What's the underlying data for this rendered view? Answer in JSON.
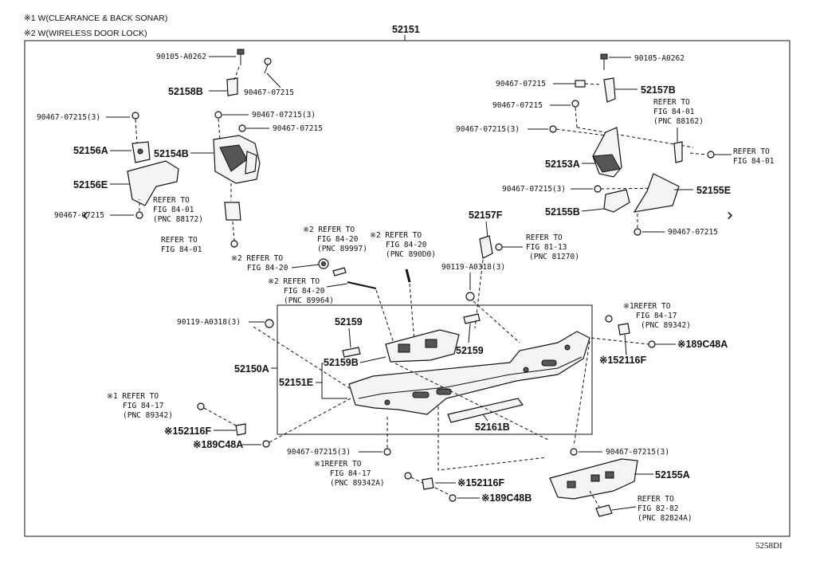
{
  "notes": [
    "※1 W(CLEARANCE & BACK SONAR)",
    "※2 W(WIRELESS DOOR LOCK)"
  ],
  "main_label": "52151",
  "corner_code": "5258DI",
  "parts": {
    "p52158B": "52158B",
    "p52156A": "52156A",
    "p52154B": "52154B",
    "p52156E": "52156E",
    "p52157B": "52157B",
    "p52153A": "52153A",
    "p52155E": "52155E",
    "p52155B": "52155B",
    "p52157F": "52157F",
    "p52159a": "52159",
    "p52159b": "52159",
    "p52159B": "52159B",
    "p52150A": "52150A",
    "p52151E": "52151E",
    "p52161B": "52161B",
    "p52155A": "52155A",
    "p52116F_r": "※152116F",
    "p52116F_l": "※152116F",
    "p52116F_c": "※152116F",
    "p189C48A_r": "※189C48A",
    "p189C48A_l": "※189C48A",
    "p189C48B": "※189C48B"
  },
  "fasteners": {
    "f1": "90105-A0262",
    "f2": "90467-07215",
    "f3": "90467-07215(3)",
    "f4": "90467-07215(3)",
    "f5": "90467-07215",
    "f6": "90467-07215",
    "f7": "90105-A0262",
    "f8": "90467-07215",
    "f9": "90467-07215",
    "f10": "90467-07215(3)",
    "f11": "90467-07215(3)",
    "f12": "90467-07215",
    "f13": "90119-A0318(3)",
    "f14": "90119-A0318(3)",
    "f15": "90467-07215(3)",
    "f16": "90467-07215(3)"
  },
  "refs": {
    "r1": [
      "REFER TO",
      "FIG 84-01",
      "(PNC 88172)"
    ],
    "r2": [
      "REFER TO",
      "FIG 84-01"
    ],
    "r3": [
      "※2 REFER TO",
      "FIG 84-20",
      "(PNC 89997)"
    ],
    "r4": [
      "※2 REFER TO",
      "FIG 84-20",
      "(PNC 890D0)"
    ],
    "r5": [
      "※2 REFER TO",
      "FIG 84-20"
    ],
    "r6": [
      "※2 REFER TO",
      "FIG 84-20",
      "(PNC 89964)"
    ],
    "r7": [
      "REFER TO",
      "FIG 81-13",
      "(PNC 81270)"
    ],
    "r8": [
      "REFER TO",
      "FIG 84-01",
      "(PNC 88162)"
    ],
    "r9": [
      "REFER TO",
      "FIG 84-01"
    ],
    "r10": [
      "※1REFER TO",
      "FIG 84-17",
      "(PNC 89342)"
    ],
    "r11": [
      "※1 REFER TO",
      "FIG 84-17",
      "(PNC 89342)"
    ],
    "r12": [
      "※1REFER TO",
      "FIG 84-17",
      "(PNC 89342A)"
    ],
    "r13": [
      "REFER TO",
      "FIG 82-82",
      "(PNC 82824A)"
    ]
  },
  "nav": {
    "prev": "‹",
    "next": "›"
  }
}
